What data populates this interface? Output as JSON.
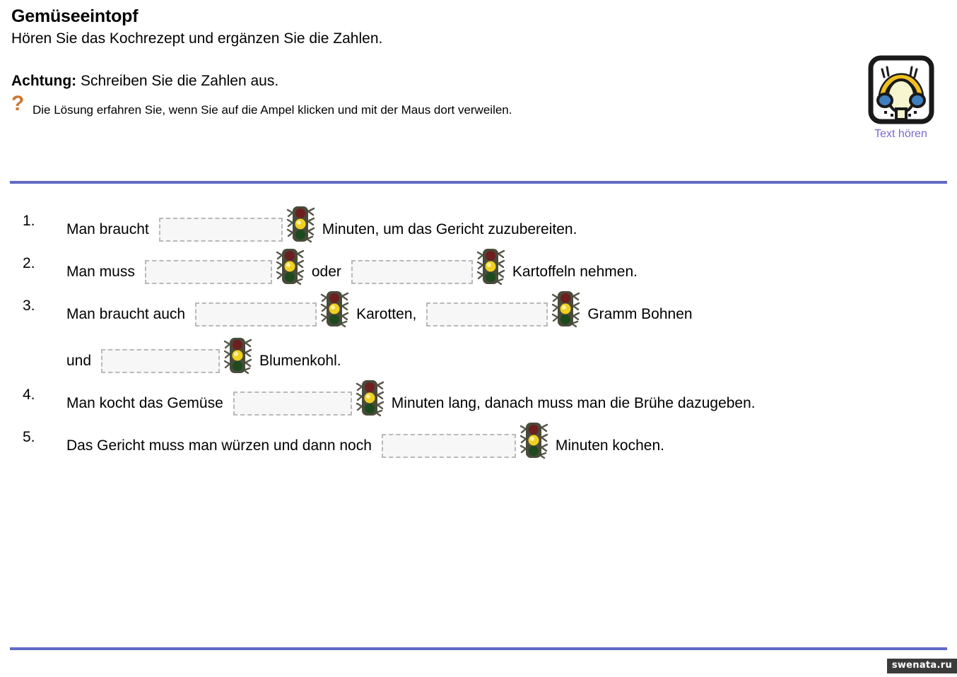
{
  "header": {
    "title": "Gemüseeintopf",
    "instruction": "Hören Sie das Kochrezept und ergänzen Sie die Zahlen.",
    "attention_label": "Achtung:",
    "attention_text": " Schreiben Sie die Zahlen aus.",
    "hint_icon": "question-mark-icon",
    "hint_text": "Die Lösung erfahren Sie, wenn Sie auf die Ampel klicken und mit der Maus dort verweilen."
  },
  "audio": {
    "icon": "headphones-icon",
    "link_label": "Text hören",
    "link_color": "#7b68d6"
  },
  "colors": {
    "divider": "#6169c4",
    "hint_icon": "#cc7733",
    "input_fill": "#f7f7f7",
    "input_border": "#b9b9b9",
    "traffic_red": "#6d1f1f",
    "traffic_yellow": "#f0d020",
    "traffic_green": "#1d4a1d",
    "traffic_housing": "#4a4a3a"
  },
  "exercises": [
    {
      "number": "1.",
      "lines": [
        {
          "parts": [
            {
              "type": "text",
              "value": "Man braucht"
            },
            {
              "type": "input",
              "value": "",
              "placeholder": "",
              "width": 175
            },
            {
              "type": "traffic-light"
            },
            {
              "type": "text",
              "value": "Minuten, um das Gericht zuzubereiten."
            }
          ]
        }
      ]
    },
    {
      "number": "2.",
      "lines": [
        {
          "parts": [
            {
              "type": "text",
              "value": "Man muss"
            },
            {
              "type": "input",
              "value": "",
              "placeholder": "",
              "width": 180
            },
            {
              "type": "traffic-light"
            },
            {
              "type": "text",
              "value": "oder"
            },
            {
              "type": "input",
              "value": "",
              "placeholder": "",
              "width": 172
            },
            {
              "type": "traffic-light"
            },
            {
              "type": "text",
              "value": "Kartoffeln nehmen."
            }
          ]
        }
      ]
    },
    {
      "number": "3.",
      "lines": [
        {
          "parts": [
            {
              "type": "text",
              "value": "Man braucht auch"
            },
            {
              "type": "input",
              "value": "",
              "placeholder": "",
              "width": 172
            },
            {
              "type": "traffic-light"
            },
            {
              "type": "text",
              "value": "Karotten,"
            },
            {
              "type": "input",
              "value": "",
              "placeholder": "",
              "width": 172
            },
            {
              "type": "traffic-light"
            },
            {
              "type": "text",
              "value": "Gramm Bohnen"
            }
          ]
        },
        {
          "parts": [
            {
              "type": "text",
              "value": "und"
            },
            {
              "type": "input",
              "value": "",
              "placeholder": "",
              "width": 168
            },
            {
              "type": "traffic-light"
            },
            {
              "type": "text",
              "value": "Blumenkohl."
            }
          ]
        }
      ]
    },
    {
      "number": "4.",
      "lines": [
        {
          "parts": [
            {
              "type": "text",
              "value": "Man kocht das Gemüse"
            },
            {
              "type": "input",
              "value": "",
              "placeholder": "",
              "width": 168
            },
            {
              "type": "traffic-light"
            },
            {
              "type": "text",
              "value": "Minuten lang, danach muss man die Brühe dazugeben."
            }
          ]
        }
      ]
    },
    {
      "number": "5.",
      "lines": [
        {
          "parts": [
            {
              "type": "text",
              "value": "Das Gericht muss man würzen und dann noch"
            },
            {
              "type": "input",
              "value": "",
              "placeholder": "",
              "width": 190
            },
            {
              "type": "traffic-light"
            },
            {
              "type": "text",
              "value": "Minuten kochen."
            }
          ]
        }
      ]
    }
  ],
  "watermark": {
    "text": "swenata.ru"
  }
}
